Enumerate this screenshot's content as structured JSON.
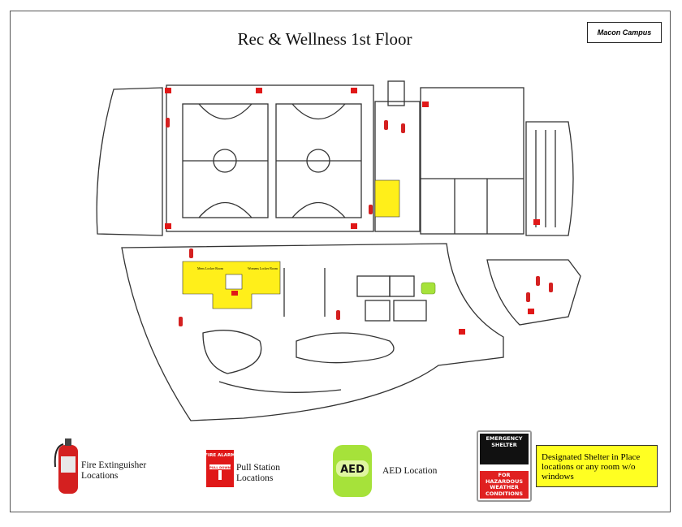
{
  "title": "Rec & Wellness 1st Floor",
  "campus_label": "Macon Campus",
  "rooms": {
    "mens_locker": "Mens Locker Room",
    "womens_locker": "Womens Locker Room"
  },
  "legend": {
    "fire_extinguisher": {
      "icon": "fire-extinguisher-icon",
      "label_line1": "Fire Extinguisher",
      "label_line2": "Locations",
      "color": "#d42020"
    },
    "pull_station": {
      "icon": "fire-alarm-pull-station-icon",
      "icon_text_top": "FIRE ALARM",
      "icon_text_mid": "PULL DOWN",
      "label_line1": "Pull Station",
      "label_line2": "Locations",
      "color": "#e01818"
    },
    "aed": {
      "icon": "aed-icon",
      "icon_text": "AED",
      "label": "AED Location",
      "color": "#a6e23a"
    },
    "shelter_sign": {
      "icon": "emergency-shelter-sign-icon",
      "top_text": "EMERGENCY SHELTER",
      "bottom_text": "FOR HAZARDOUS WEATHER CONDITIONS"
    },
    "shelter_box": {
      "text": "Designated Shelter in Place locations or any room w/o windows",
      "color": "#ffff22"
    }
  },
  "colors": {
    "shelter_area": "#ffef1a",
    "aed_marker": "#a6e23a",
    "extinguisher": "#d42020",
    "pull_station": "#e01818"
  }
}
